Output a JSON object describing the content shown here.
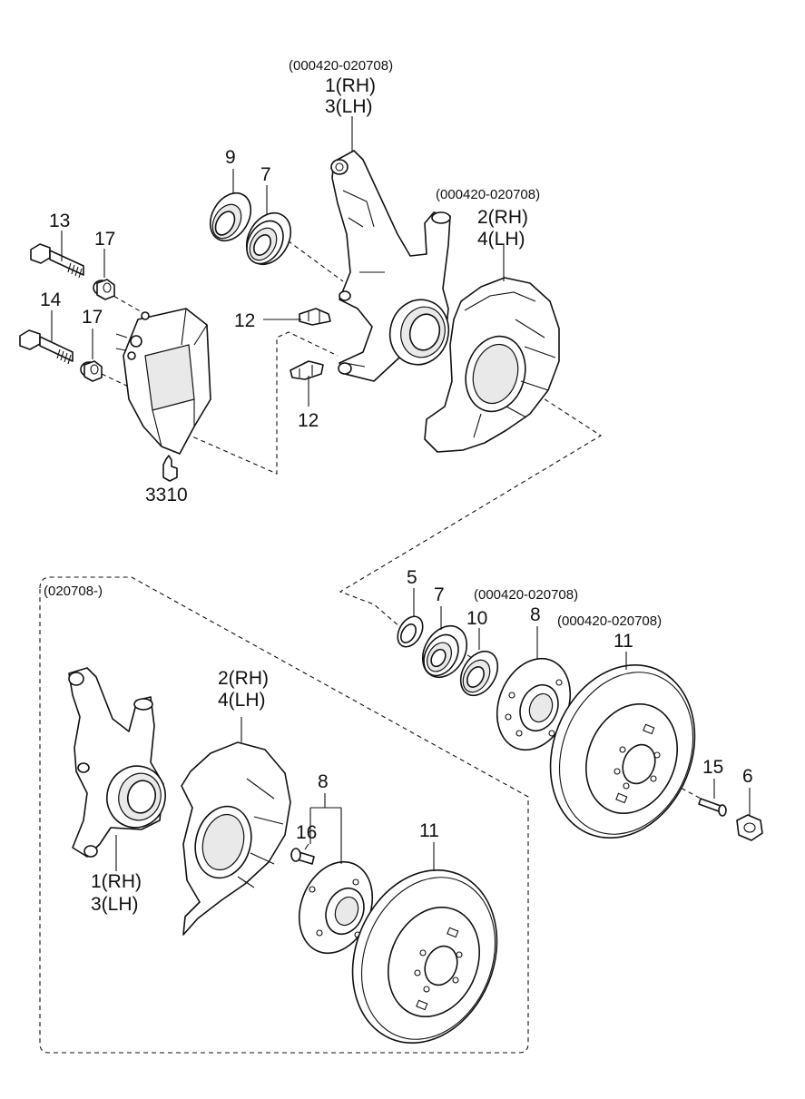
{
  "labels": {
    "knuckle_top_date": "(000420-020708)",
    "knuckle_top_rh": "1(RH)",
    "knuckle_top_lh": "3(LH)",
    "shield_top_date": "(000420-020708)",
    "shield_top_rh": "2(RH)",
    "shield_top_lh": "4(LH)",
    "p9": "9",
    "p7_top": "7",
    "p13": "13",
    "p17_a": "17",
    "p14": "14",
    "p17_b": "17",
    "p12_a": "12",
    "p12_b": "12",
    "p3310": "3310",
    "inset_date": "(020708-)",
    "p5": "5",
    "p7_mid": "7",
    "p10": "10",
    "hub_date": "(000420-020708)",
    "p8_mid": "8",
    "disc_date": "(000420-020708)",
    "p11_mid": "11",
    "p15": "15",
    "p6": "6",
    "inset_shield_rh": "2(RH)",
    "inset_shield_lh": "4(LH)",
    "inset_knuckle_rh": "1(RH)",
    "inset_knuckle_lh": "3(LH)",
    "p8_inset": "8",
    "p16": "16",
    "p11_inset": "11"
  }
}
